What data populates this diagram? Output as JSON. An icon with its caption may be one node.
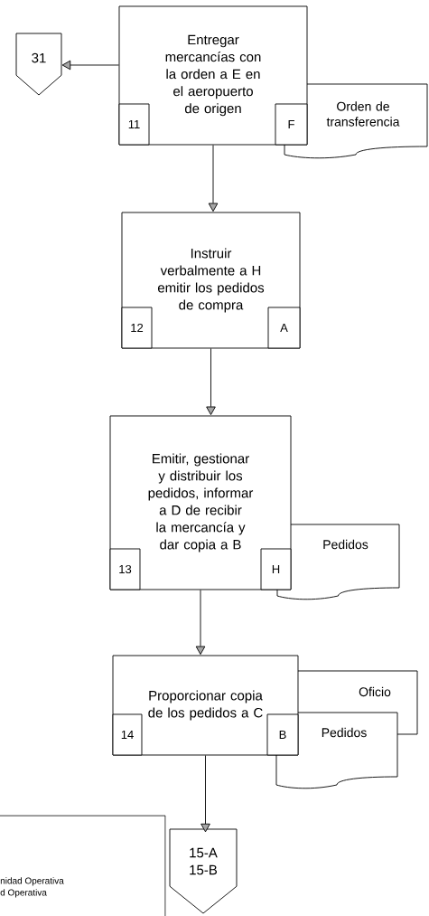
{
  "diagram": {
    "nodes": [
      {
        "text": [
          "31"
        ]
      },
      {
        "text": [
          "Entregar mercancías con la orden a E en el aeropuerto de origen"
        ]
      },
      {
        "text": [
          "11"
        ],
        "in": 1
      },
      {
        "text": [
          "F"
        ],
        "in": 1
      },
      {
        "text": [
          "Orden de transferencia"
        ]
      },
      {
        "text": [
          "Instruir verbalmente a H emitir los pedidos de compra"
        ]
      },
      {
        "text": [
          "12"
        ],
        "in": 5
      },
      {
        "text": [
          "A"
        ],
        "in": 5
      },
      {
        "text": [
          "Emitir, gestionar y distribuir los pedidos, informar a D de recibir la mercancía y dar copia a B"
        ]
      },
      {
        "text": [
          "13"
        ],
        "in": 8
      },
      {
        "text": [
          "H"
        ],
        "in": 8
      },
      {
        "text": [
          "Pedidos"
        ]
      },
      {
        "text": [
          "Proporcionar copia de los pedidos a C"
        ]
      },
      {
        "text": [
          "14"
        ],
        "in": 12
      },
      {
        "text": [
          "B"
        ],
        "in": 12
      },
      {
        "text": [
          "Oficio"
        ]
      },
      {
        "text": [
          "Pedidos"
        ]
      },
      {
        "text": [
          "nidad Operativa",
          "d Operativa"
        ]
      },
      {
        "text": [
          "15-A",
          "15-B"
        ]
      }
    ],
    "edges": [
      {
        "from": 1,
        "to": 0,
        "arrow": "to"
      },
      {
        "from": 1,
        "to": 5,
        "arrow": "to"
      },
      {
        "from": 5,
        "to": 8,
        "arrow": "to"
      },
      {
        "from": 8,
        "to": 12,
        "arrow": "to"
      },
      {
        "from": 12,
        "to": 18,
        "arrow": "to"
      }
    ]
  }
}
